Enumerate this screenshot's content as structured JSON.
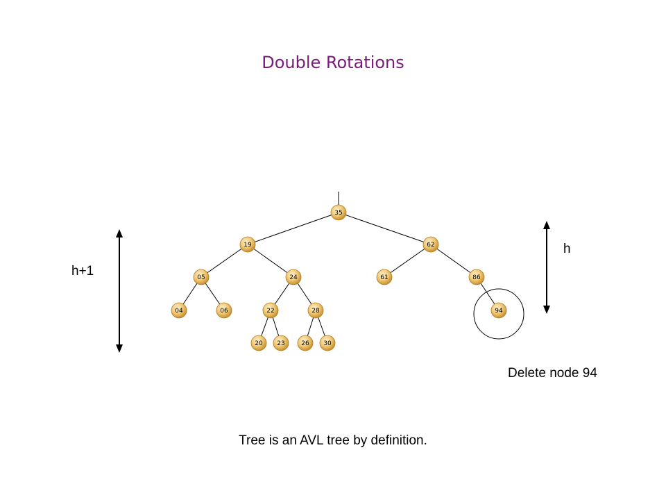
{
  "title": "Double Rotations",
  "height_labels": {
    "left": "h+1",
    "right": "h"
  },
  "annotation": "Delete node 94",
  "caption": "Tree is an AVL tree by definition.",
  "highlighted_node": "94",
  "colors": {
    "title": "#7a1b7a",
    "node_fill_light": "#fbe7b6",
    "node_fill_dark": "#c8902c"
  },
  "tree": {
    "root": "35",
    "nodes": [
      "35",
      "19",
      "62",
      "05",
      "24",
      "61",
      "86",
      "04",
      "06",
      "22",
      "28",
      "94",
      "20",
      "23",
      "26",
      "30"
    ],
    "edges": [
      [
        "35",
        "19"
      ],
      [
        "35",
        "62"
      ],
      [
        "19",
        "05"
      ],
      [
        "19",
        "24"
      ],
      [
        "62",
        "61"
      ],
      [
        "62",
        "86"
      ],
      [
        "05",
        "04"
      ],
      [
        "05",
        "06"
      ],
      [
        "24",
        "22"
      ],
      [
        "24",
        "28"
      ],
      [
        "86",
        "94"
      ],
      [
        "22",
        "20"
      ],
      [
        "22",
        "23"
      ],
      [
        "28",
        "26"
      ],
      [
        "28",
        "30"
      ]
    ]
  }
}
